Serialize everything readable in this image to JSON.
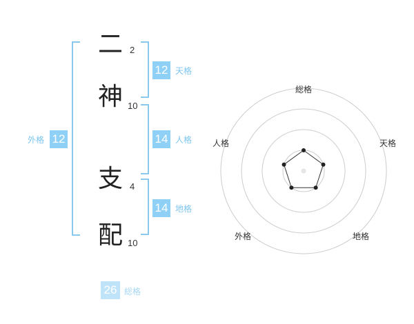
{
  "name": {
    "chars": [
      {
        "char": "二",
        "strokes": "2"
      },
      {
        "char": "神",
        "strokes": "10"
      },
      {
        "char": "支",
        "strokes": "4"
      },
      {
        "char": "配",
        "strokes": "10"
      }
    ]
  },
  "kaku": {
    "ten": {
      "value": "12",
      "label": "天格"
    },
    "jin": {
      "value": "14",
      "label": "人格"
    },
    "chi": {
      "value": "14",
      "label": "地格"
    },
    "gai": {
      "value": "12",
      "label": "外格"
    },
    "so": {
      "value": "26",
      "label": "総格"
    }
  },
  "radar": {
    "axes": [
      "総格",
      "天格",
      "地格",
      "外格",
      "人格"
    ],
    "levels": 4,
    "scores": [
      1,
      1,
      1,
      1,
      1
    ],
    "max": 4,
    "colors": {
      "ring": "#cccccc",
      "line": "#333333",
      "point": "#222222",
      "center": "#e6e6e6"
    }
  },
  "colors": {
    "badge": "#8fd0f6",
    "bracket": "#8ac9ee"
  }
}
